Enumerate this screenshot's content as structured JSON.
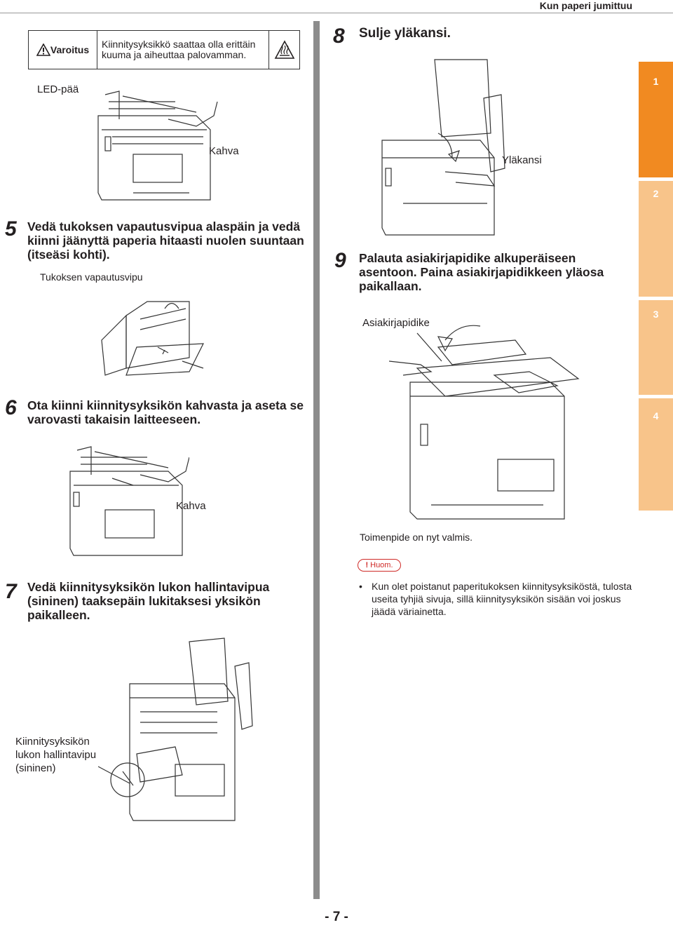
{
  "header": {
    "title": "Kun paperi jumittuu"
  },
  "warning": {
    "label": "Varoitus",
    "text": "Kiinnitysyksikkö saattaa olla erittäin kuuma ja aiheuttaa palovamman."
  },
  "steps": {
    "s5": {
      "number": "5",
      "text": "Vedä tukoksen vapautusvipua alaspäin ja vedä kiinni jäänyttä paperia hitaasti nuolen suuntaan (itseäsi kohti)."
    },
    "s6": {
      "number": "6",
      "text": "Ota kiinni kiinnitysyksikön kahvasta ja aseta se varovasti takaisin laitteeseen."
    },
    "s7": {
      "number": "7",
      "text": "Vedä kiinnitysyksikön lukon hallintavipua (sininen) taaksepäin lukitaksesi yksikön paikalleen."
    },
    "s8": {
      "number": "8",
      "text": "Sulje yläkansi."
    },
    "s9": {
      "number": "9",
      "text": "Palauta asiakirjapidike alkuperäiseen asentoon. Paina asiakirjapidikkeen yläosa paikallaan."
    }
  },
  "labels": {
    "led": "LED-pää",
    "kahva1": "Kahva",
    "vapautusvipu": "Tukoksen vapautusvipu",
    "kahva2": "Kahva",
    "lukon_vipu": "Kiinnitysyksikön lukon hallintavipu (sininen)",
    "ylakansi": "Yläkansi",
    "asiakirjapidike": "Asiakirjapidike"
  },
  "done": "Toimenpide on nyt valmis.",
  "note": {
    "badge": "Huom.",
    "bullet": "Kun olet poistanut paperitukoksen kiinnitysyksiköstä, tulosta useita tyhjiä sivuja, sillä kiinnitysyksikön sisään voi joskus jäädä väriainetta."
  },
  "chapter_tabs": [
    {
      "label": "1",
      "color": "#f18a21"
    },
    {
      "label": "2",
      "color": "#f8c48a"
    },
    {
      "label": "3",
      "color": "#f8c48a"
    },
    {
      "label": "4",
      "color": "#f8c48a"
    }
  ],
  "page_number": "- 7 -",
  "colors": {
    "warning_red": "#cf2a27",
    "divider": "#8c8c8c"
  }
}
